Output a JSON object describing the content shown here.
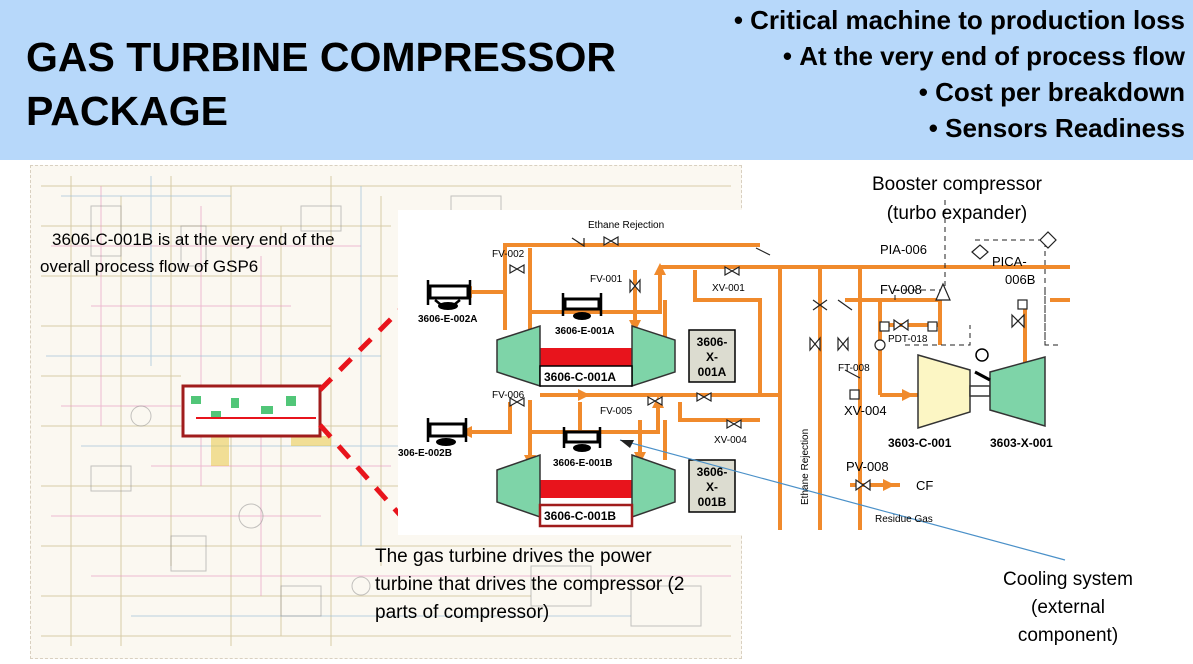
{
  "header": {
    "title": "GAS TURBINE COMPRESSOR PACKAGE",
    "bullets": [
      "Critical machine to production loss",
      "At the very end of process flow",
      "Cost per breakdown",
      "Sensors Readiness"
    ]
  },
  "annotations": {
    "process_end_line1": "3606-C-001B is at the very end of the",
    "process_end_line2": "overall process flow of GSP6",
    "gas_turbine_line1": "The gas turbine drives the power",
    "gas_turbine_line2": "turbine that drives the compressor (2",
    "gas_turbine_line3": "parts of compressor)",
    "booster_line1": "Booster compressor",
    "booster_line2": "(turbo  expander)",
    "cooling_line1": "Cooling system",
    "cooling_line2": "(external",
    "cooling_line3": "component)"
  },
  "diagram": {
    "ethane_rejection_top": "Ethane Rejection",
    "ethane_rejection_vertical": "Ethane Rejection",
    "residue_gas": "Residue Gas",
    "fv002": "FV-002",
    "fv001": "FV-001",
    "xv001": "XV-001",
    "fv006": "FV-006",
    "fv005": "FV-005",
    "xv004_top": "XV-004",
    "e002a": "3606-E-002A",
    "e001a": "3606-E-001A",
    "e002b": "306-E-002B",
    "e001b": "3606-E-001B",
    "c001a": "3606-C-001A",
    "c001b": "3606-C-001B",
    "x001a": [
      "3606-",
      "X-",
      "001A"
    ],
    "x001b": [
      "3606-",
      "X-",
      "001B"
    ],
    "pia006": "PIA-006",
    "pica006b": [
      "PICA-",
      "006B"
    ],
    "fv008": "FV-008",
    "pdt018": "PDT-018",
    "ft008": "FT-008",
    "xv004": "XV-004",
    "c3603": "3603-C-001",
    "x3603": "3603-X-001",
    "pv008": "PV-008",
    "cf": "CF"
  },
  "colors": {
    "header_bg": "#b7d8fa",
    "pipe": "#f08a2c",
    "compressor_green": "#7ed4a8",
    "shaft_red": "#e8141c",
    "highlight_box": "#a01c1c",
    "tag_box": "#dcdcd0",
    "booster_yellow": "#fcf6c4",
    "leader_line": "#4a90c8"
  }
}
